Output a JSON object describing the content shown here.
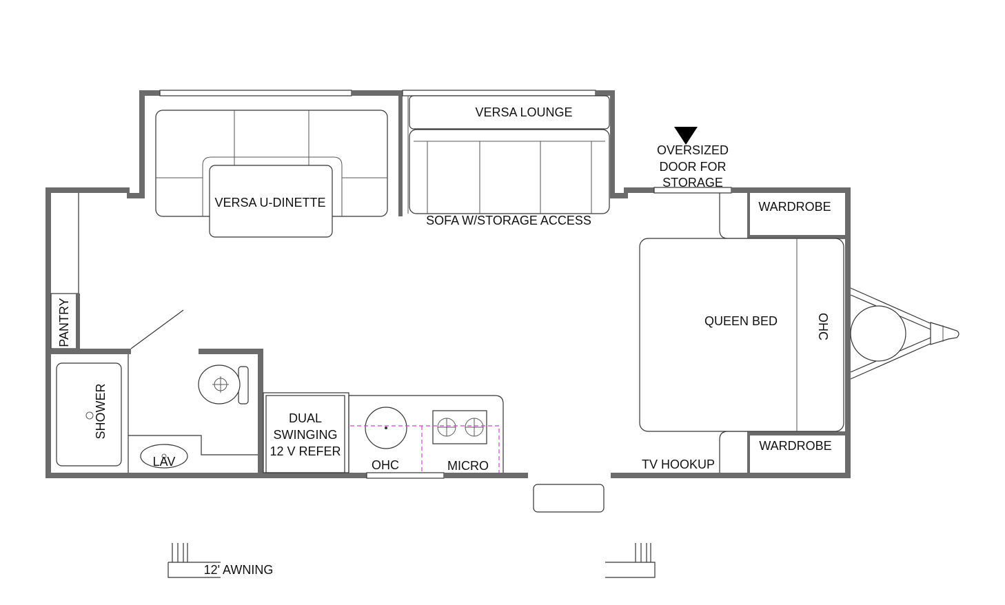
{
  "labels": {
    "versa_lounge": "VERSA LOUNGE",
    "oversized_door_1": "OVERSIZED",
    "oversized_door_2": "DOOR FOR",
    "oversized_door_3": "STORAGE",
    "wardrobe_top": "WARDROBE",
    "wardrobe_bottom": "WARDROBE",
    "versa_u_dinette": "VERSA U-DINETTE",
    "sofa_storage": "SOFA W/STORAGE ACCESS",
    "pantry": "PANTRY",
    "queen_bed": "QUEEN BED",
    "ohc_bed": "OHC",
    "shower": "SHOWER",
    "lav": "LAV",
    "refer_1": "DUAL",
    "refer_2": "SWINGING",
    "refer_3": "12 V REFER",
    "ohc_kitchen": "OHC",
    "micro": "MICRO",
    "tv_hookup": "TV HOOKUP",
    "awning": "12' AWNING"
  },
  "colors": {
    "wall": "#6b6b6b",
    "line": "#333333",
    "dashed_cabinet": "#d63fd6"
  }
}
